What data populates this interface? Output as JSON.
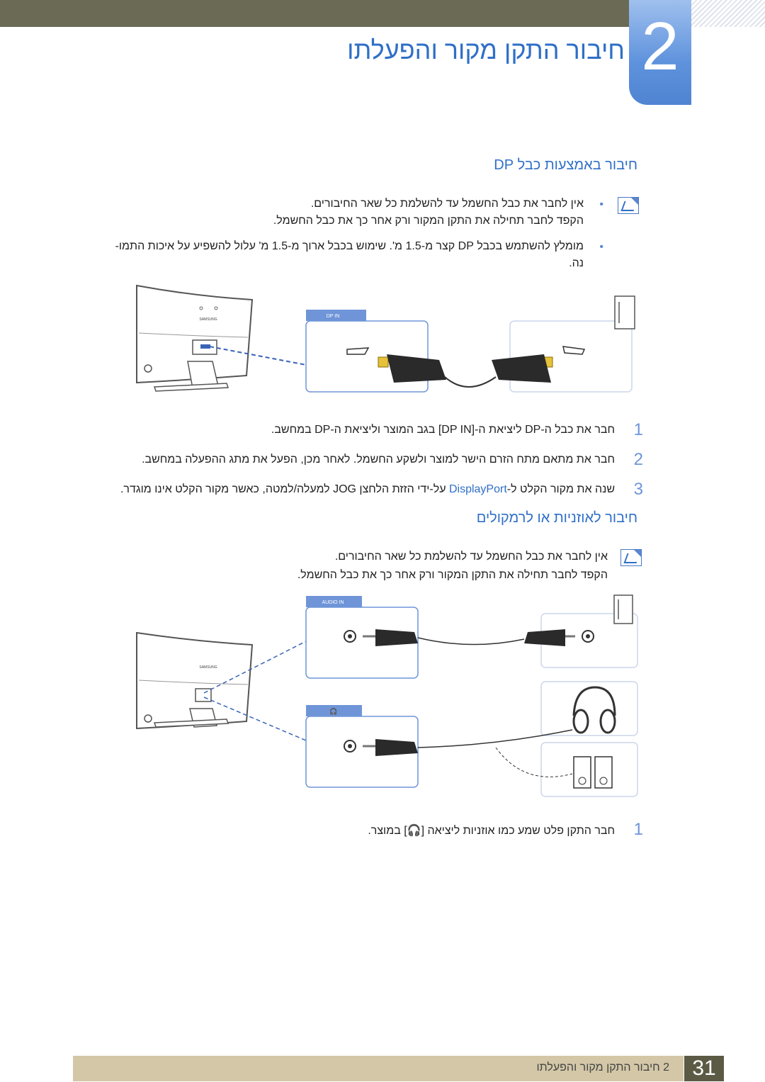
{
  "chapter": {
    "number": "2",
    "title": "חיבור התקן מקור והפעלתו"
  },
  "section_dp": {
    "title": "חיבור באמצעות כבל DP",
    "notes": [
      "אין לחבר את כבל החשמל עד להשלמת כל שאר החיבורים.",
      "הקפד לחבר תחילה את התקן המקור ורק אחר כך את כבל החשמל.",
      "מומלץ להשתמש בכבל DP קצר מ-1.5 מ'. שימוש בכבל ארוך מ-1.5 מ' עלול להשפיע על איכות התמו-",
      "נה."
    ],
    "port_label": "DP IN",
    "brand_label": "SAMSUNG",
    "steps": [
      {
        "num": "1",
        "text": "חבר את כבל ה-DP ליציאת ה-[DP IN] בגב המוצר וליציאת ה-DP במחשב."
      },
      {
        "num": "2",
        "text": "חבר את מתאם מתח הזרם הישר למוצר ולשקע החשמל. לאחר מכן, הפעל את מתג ההפעלה במחשב."
      },
      {
        "num": "3",
        "text_before": "שנה את מקור הקלט ל-",
        "highlight": "DisplayPort",
        "text_after": " על-ידי הזזת הלחצן JOG למעלה/למטה, כאשר מקור הקלט אינו מוגדר."
      }
    ]
  },
  "section_audio": {
    "title": "חיבור לאוזניות או לרמקולים",
    "notes": [
      "אין לחבר את כבל החשמל עד להשלמת כל שאר החיבורים.",
      "הקפד לחבר תחילה את התקן המקור ורק אחר כך את כבל החשמל."
    ],
    "port_label": "AUDIO IN",
    "brand_label": "SAMSUNG",
    "steps": [
      {
        "num": "1",
        "text_before": "חבר התקן פלט שמע כמו אוזניות ליציאה [",
        "text_after": "] במוצר."
      }
    ]
  },
  "footer": {
    "page": "31",
    "text": "2 חיבור התקן מקור והפעלתו"
  },
  "colors": {
    "accent": "#2f6fc7",
    "header_bar": "#6b6b55",
    "footer_bar": "#d3c7a7"
  }
}
